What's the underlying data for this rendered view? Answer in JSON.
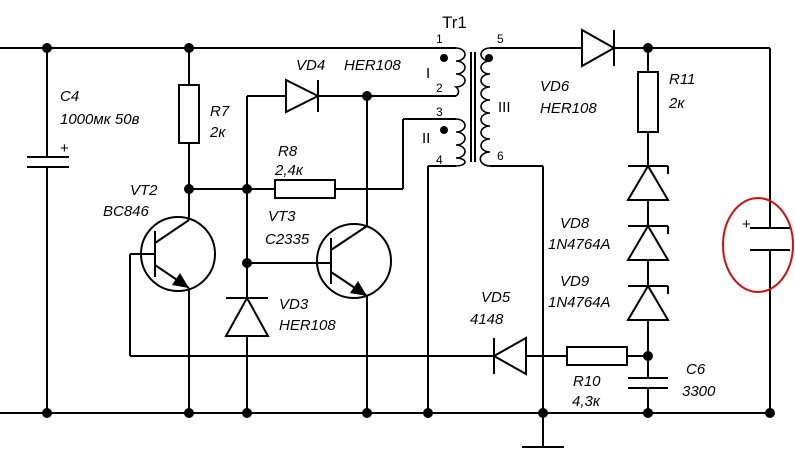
{
  "transformer": {
    "name": "Tr1",
    "pins": [
      "1",
      "2",
      "3",
      "4",
      "5",
      "6"
    ],
    "windings": [
      "I",
      "II",
      "III"
    ]
  },
  "components": {
    "c4": {
      "ref": "C4",
      "value": "1000мк 50в"
    },
    "r7": {
      "ref": "R7",
      "value": "2к"
    },
    "vt2": {
      "ref": "VT2",
      "value": "BC846"
    },
    "vd4": {
      "ref": "VD4",
      "value": "HER108"
    },
    "r8": {
      "ref": "R8",
      "value": "2,4к"
    },
    "vt3": {
      "ref": "VT3",
      "value": "C2335"
    },
    "vd3": {
      "ref": "VD3",
      "value": "HER108"
    },
    "vd6": {
      "ref": "VD6",
      "value": "HER108"
    },
    "r11": {
      "ref": "R11",
      "value": "2к"
    },
    "vd8": {
      "ref": "VD8",
      "value": "1N4764A"
    },
    "vd9": {
      "ref": "VD9",
      "value": "1N4764A"
    },
    "vd5": {
      "ref": "VD5",
      "value": "4148"
    },
    "r10": {
      "ref": "R10",
      "value": "4,3к"
    },
    "c6": {
      "ref": "C6",
      "value": "3300"
    },
    "out_cap": {
      "plus": "+"
    },
    "c4_plus": "+"
  },
  "colors": {
    "wire": "#000000",
    "highlight": "#d01010",
    "background": "#ffffff"
  }
}
